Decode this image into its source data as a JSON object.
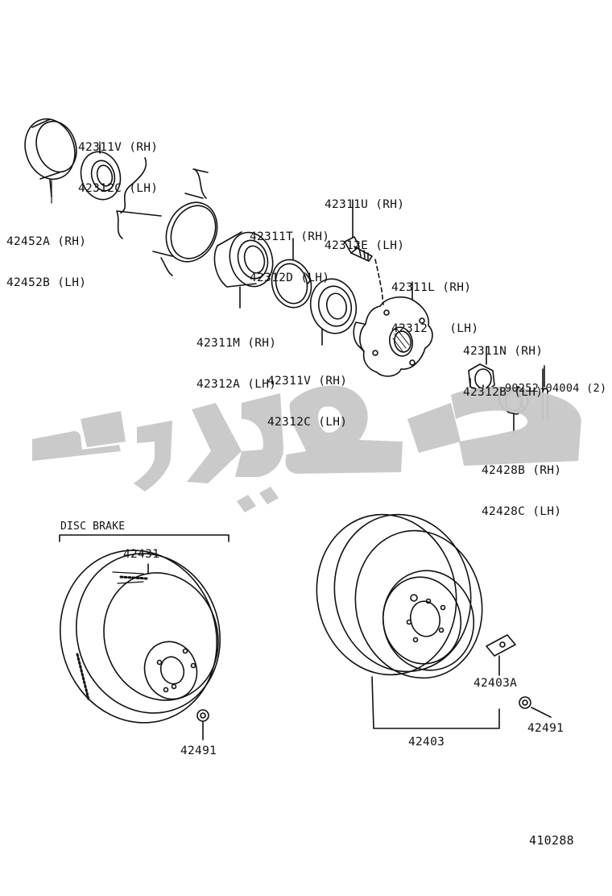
{
  "labels": {
    "p42311V_top": [
      "42311V (RH)",
      "42312C (LH)"
    ],
    "p42452": [
      "42452A (RH)",
      "42452B (LH)"
    ],
    "p42311U": [
      "42311U (RH)",
      "42312E (LH)"
    ],
    "p42311T": [
      "42311T (RH)",
      "42312D (LH)"
    ],
    "p42311L": [
      "42311L (RH)",
      "42312   (LH)"
    ],
    "p42311M": [
      "42311M (RH)",
      "42312A (LH)"
    ],
    "p42311V_mid": [
      "42311V (RH)",
      "42312C (LH)"
    ],
    "p42311N": [
      "42311N (RH)",
      "42312B (LH)"
    ],
    "p90252": [
      "90252-04004 (2)"
    ],
    "p42428": [
      "42428B (RH)",
      "42428C (LH)"
    ],
    "disc_brake": "DISC BRAKE",
    "p42431": "42431",
    "p42491_left": "42491",
    "p42403A": "42403A",
    "p42491_right": "42491",
    "p42403": "42403",
    "diagram_number": "410288"
  },
  "watermark": {
    "color": "#c8c8c8"
  },
  "line_color": "#111111"
}
